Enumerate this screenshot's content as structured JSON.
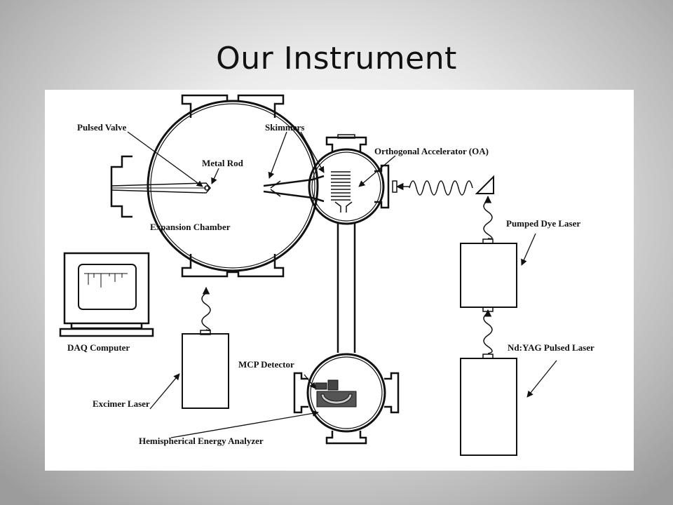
{
  "slide": {
    "title": "Our Instrument"
  },
  "diagram": {
    "labels": {
      "pulsed_valve": "Pulsed Valve",
      "skimmers": "Skimmers",
      "metal_rod": "Metal Rod",
      "orthogonal_accelerator": "Orthogonal Accelerator (OA)",
      "expansion_chamber": "Expansion Chamber",
      "pumped_dye_laser": "Pumped Dye Laser",
      "daq_computer": "DAQ Computer",
      "nd_yag_laser": "Nd:YAG Pulsed Laser",
      "mcp_detector": "MCP Detector",
      "excimer_laser": "Excimer Laser",
      "hemispherical_energy_analyzer": "Hemispherical Energy Analyzer"
    }
  }
}
